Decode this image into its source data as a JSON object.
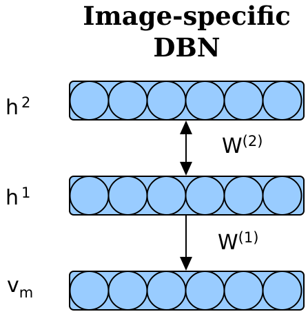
{
  "title": {
    "line1": "Image-specific",
    "line2": "DBN"
  },
  "layers": [
    {
      "id": "h2",
      "base": "h",
      "sup": "2",
      "sub": "",
      "units": 6
    },
    {
      "id": "h1",
      "base": "h",
      "sup": "1",
      "sub": "",
      "units": 6
    },
    {
      "id": "vm",
      "base": "v",
      "sup": "",
      "sub": "m",
      "units": 6
    }
  ],
  "connections": [
    {
      "id": "w2",
      "base": "W",
      "sup": "(2)",
      "direction": "bidirectional"
    },
    {
      "id": "w1",
      "base": "W",
      "sup": "(1)",
      "direction": "down"
    }
  ],
  "colors": {
    "unit_fill": "#99ccff",
    "stroke": "#000000",
    "background": "#ffffff"
  }
}
